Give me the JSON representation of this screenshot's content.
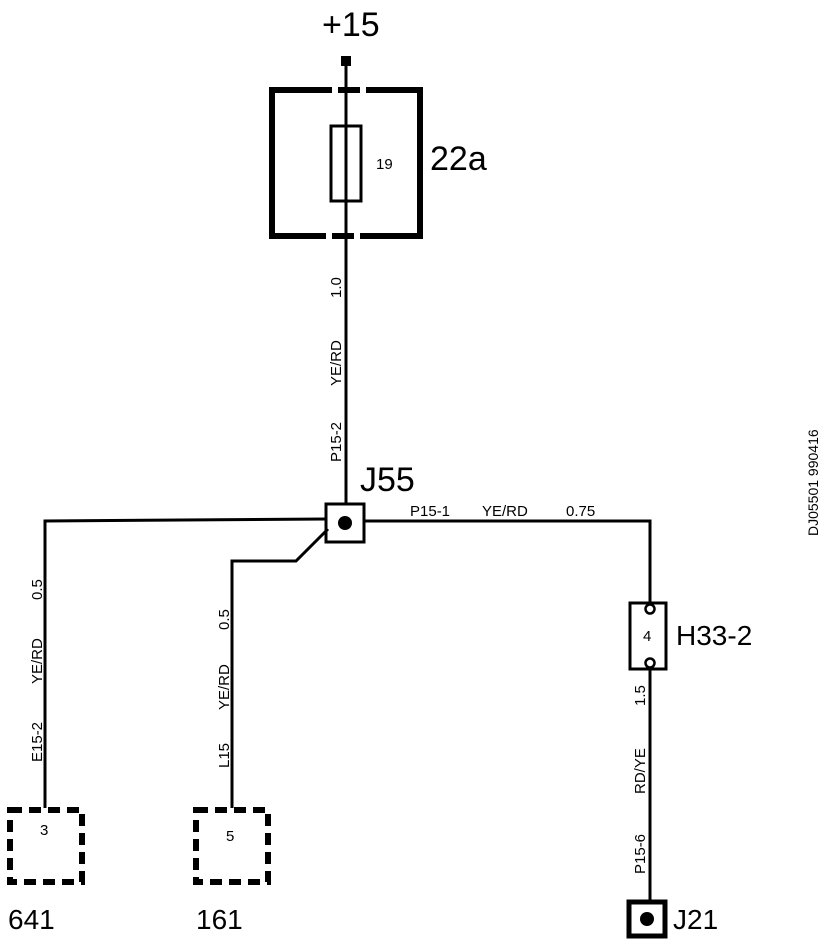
{
  "supply": {
    "label": "+15"
  },
  "fuse_box": {
    "id": "22a",
    "fuse_number": "19"
  },
  "wire_main": {
    "circuit": "P15-2",
    "color": "YE/RD",
    "size": "1.0"
  },
  "junction": {
    "id": "J55"
  },
  "wire_right": {
    "circuit": "P15-1",
    "color": "YE/RD",
    "size": "0.75"
  },
  "connector": {
    "id": "H33-2",
    "pin": "4"
  },
  "wire_down": {
    "circuit": "P15-6",
    "color": "RD/YE",
    "size": "1.5"
  },
  "ground_junction": {
    "id": "J21"
  },
  "wire_left1": {
    "circuit": "E15-2",
    "color": "YE/RD",
    "size": "0.5"
  },
  "component_641": {
    "id": "641",
    "pin": "3"
  },
  "wire_left2": {
    "circuit": "L15",
    "color": "YE/RD",
    "size": "0.5"
  },
  "component_161": {
    "id": "161",
    "pin": "5"
  },
  "drawing_id": "DJ05501 990416"
}
